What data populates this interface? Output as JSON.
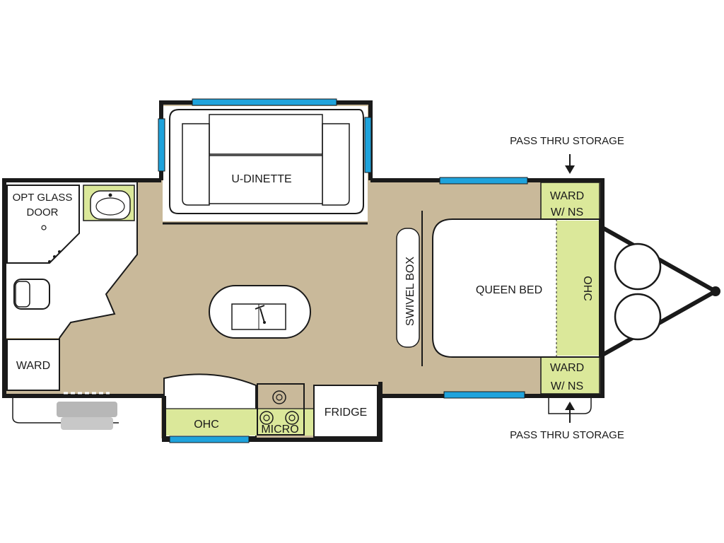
{
  "floorplan": {
    "colors": {
      "floor": "#c9b99a",
      "wall": "#1a1a1a",
      "window": "#1fa3dc",
      "cabinet": "#dbe89a",
      "furniture": "#ffffff",
      "step": "#b7b7b7"
    },
    "labels": {
      "dinette": "U-DINETTE",
      "glass_door_line1": "OPT GLASS",
      "glass_door_line2": "DOOR",
      "ward_left": "WARD",
      "ward_top_line1": "WARD",
      "ward_top_line2": "W/ NS",
      "ward_bottom_line1": "WARD",
      "ward_bottom_line2": "W/ NS",
      "queen_bed": "QUEEN BED",
      "ohc_right": "OHC",
      "swivel_box": "SWIVEL BOX",
      "ohc_kitchen": "OHC",
      "micro": "MICRO",
      "fridge": "FRIDGE",
      "pass_thru_top": "PASS THRU STORAGE",
      "pass_thru_bottom": "PASS THRU STORAGE"
    },
    "icons": {
      "toilet": "toilet-icon",
      "bath_sink": "bathroom-sink-icon",
      "kitchen_sink": "kitchen-sink-icon",
      "stove": "stove-burners-icon",
      "hitch": "hitch-icon",
      "arrow_down": "arrow-down-icon",
      "arrow_up": "arrow-up-icon"
    }
  }
}
